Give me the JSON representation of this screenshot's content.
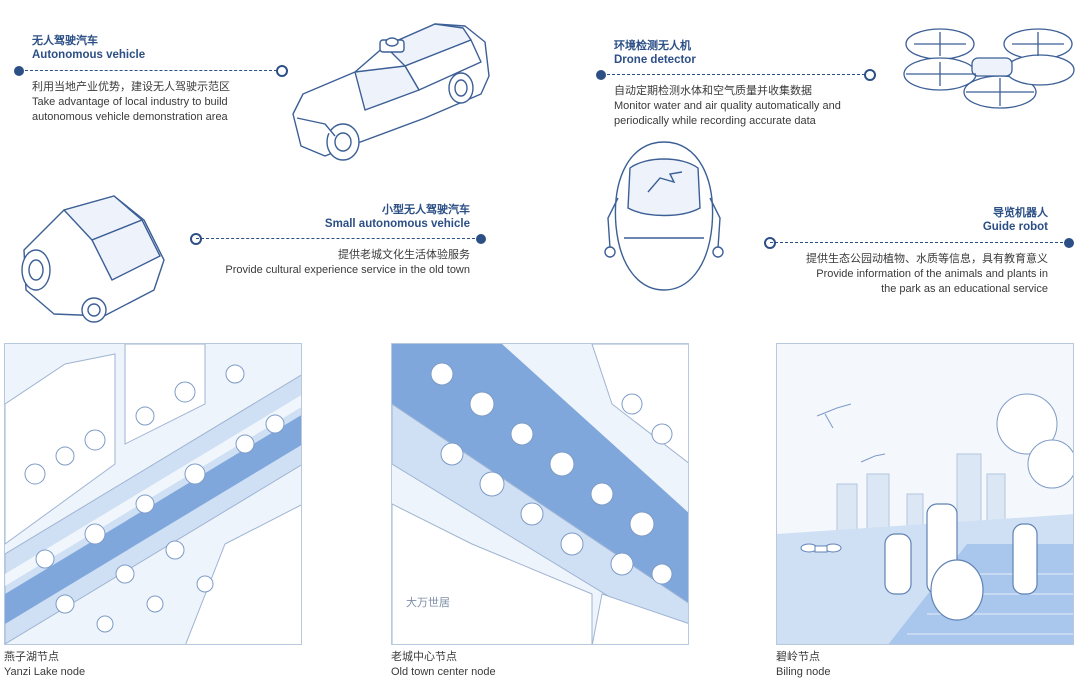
{
  "features": {
    "autonomous_vehicle": {
      "title_cn": "无人驾驶汽车",
      "title_en": "Autonomous vehicle",
      "desc_cn": "利用当地产业优势，建设无人驾驶示范区",
      "desc_en_1": "Take advantage of local industry to build",
      "desc_en_2": "autonomous vehicle demonstration area"
    },
    "drone": {
      "title_cn": "环境检测无人机",
      "title_en": "Drone detector",
      "desc_cn": "自动定期检测水体和空气质量并收集数据",
      "desc_en_1": "Monitor water and air quality automatically and",
      "desc_en_2": "periodically while recording accurate data"
    },
    "small_vehicle": {
      "title_cn": "小型无人驾驶汽车",
      "title_en": "Small autonomous vehicle",
      "desc_cn": "提供老城文化生活体验服务",
      "desc_en_1": "Provide cultural experience service in the old town"
    },
    "guide_robot": {
      "title_cn": "导览机器人",
      "title_en": "Guide robot",
      "desc_cn": "提供生态公园动植物、水质等信息，具有教育意义",
      "desc_en_1": "Provide information of the animals and plants in",
      "desc_en_2": "the park as an educational service"
    }
  },
  "nodes": [
    {
      "name_cn": "燕子湖节点",
      "name_en": "Yanzi Lake node"
    },
    {
      "name_cn": "老城中心节点",
      "name_en": "Old town center node",
      "sign": "大万世居"
    },
    {
      "name_cn": "碧岭节点",
      "name_en": "Biling node"
    }
  ],
  "colors": {
    "accent": "#2c4f86",
    "line": "#3c5f96",
    "fill": "#a9c6ec",
    "pale": "#e3edf9"
  }
}
